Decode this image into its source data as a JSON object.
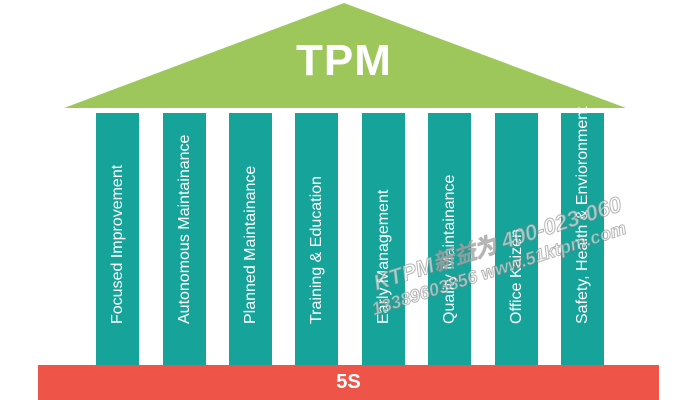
{
  "diagram": {
    "roof": {
      "title": "TPM",
      "color": "#9dc75a"
    },
    "pillars": [
      {
        "label": "Focused Improvement"
      },
      {
        "label": "Autonomous Maintainance"
      },
      {
        "label": "Planned Maintainance"
      },
      {
        "label": "Training & Education"
      },
      {
        "label": "Early Management"
      },
      {
        "label": "Quality Maintainance"
      },
      {
        "label": "Office Kaizen"
      },
      {
        "label": "Safety, Health & Envioronment"
      }
    ],
    "pillar_color": "#16a39a",
    "base": {
      "label": "5S",
      "color": "#ef5448"
    }
  },
  "watermark": {
    "line1": "KTPM新益为 400-023-060",
    "line2": "13389603856  www.51ktpm.com"
  }
}
